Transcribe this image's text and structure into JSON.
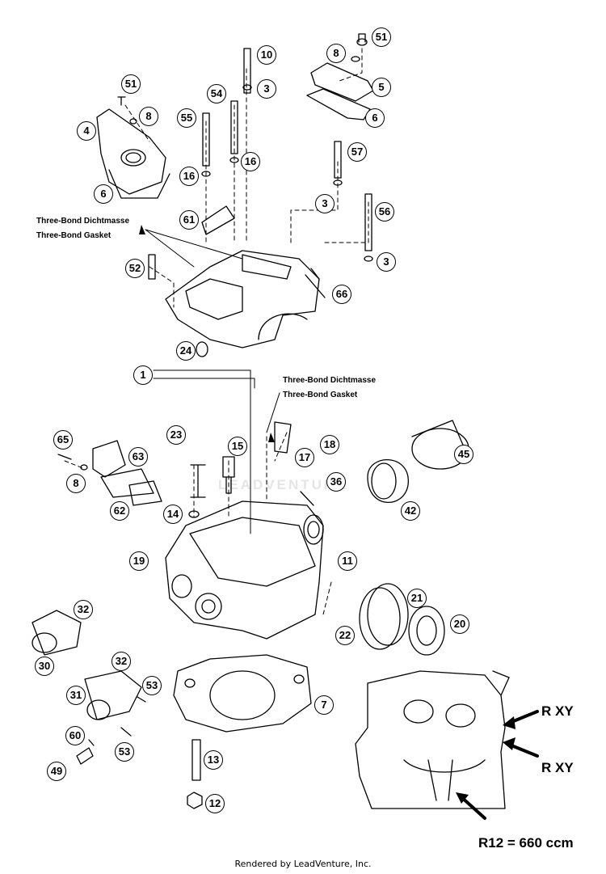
{
  "callouts": {
    "c1": "1",
    "c3a": "3",
    "c3b": "3",
    "c3c": "3",
    "c4": "4",
    "c5": "5",
    "c6a": "6",
    "c6b": "6",
    "c7": "7",
    "c8a": "8",
    "c8b": "8",
    "c8c": "8",
    "c10": "10",
    "c11": "11",
    "c12": "12",
    "c13": "13",
    "c14": "14",
    "c15": "15",
    "c16a": "16",
    "c16b": "16",
    "c17": "17",
    "c18": "18",
    "c19": "19",
    "c20": "20",
    "c21": "21",
    "c22": "22",
    "c23": "23",
    "c24": "24",
    "c30": "30",
    "c31": "31",
    "c32a": "32",
    "c32b": "32",
    "c36": "36",
    "c42": "42",
    "c45": "45",
    "c49": "49",
    "c51a": "51",
    "c51b": "51",
    "c52": "52",
    "c53a": "53",
    "c53b": "53",
    "c54": "54",
    "c55": "55",
    "c56": "56",
    "c57": "57",
    "c60": "60",
    "c61": "61",
    "c62": "62",
    "c63": "63",
    "c65": "65",
    "c66": "66"
  },
  "notes": {
    "upper_de": "Three-Bond Dichtmasse",
    "upper_en": "Three-Bond Gasket",
    "lower_de": "Three-Bond Dichtmasse",
    "lower_en": "Three-Bond Gasket",
    "rxy_1": "R  XY",
    "rxy_2": "R  XY",
    "r12": "R12 = 660 ccm"
  },
  "watermark": "LEADVENTURE",
  "footer": "Rendered by LeadVenture, Inc."
}
